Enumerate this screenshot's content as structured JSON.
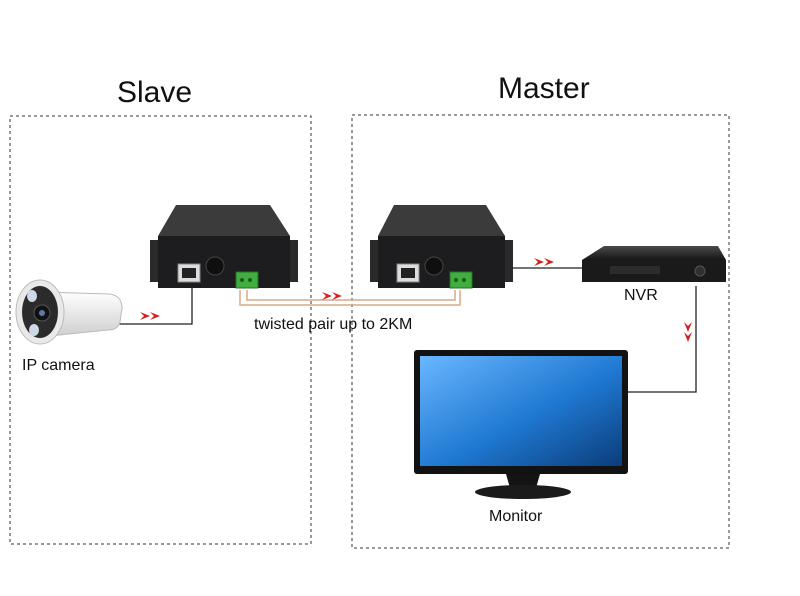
{
  "sections": {
    "slave": "Slave",
    "master": "Master"
  },
  "devices": {
    "ip_camera": "IP camera",
    "nvr": "NVR",
    "monitor": "Monitor"
  },
  "link_label": "twisted pair up to 2KM",
  "colors": {
    "arrow": "#d21f1f",
    "cable_dark": "#222222",
    "twisted_pair": "#d9a98a",
    "box_border": "#333333",
    "device_body": "#1d1d1f",
    "terminal_green": "#3fae3f",
    "screen_blue": "#1f78d1"
  },
  "icons": [
    "camera-icon",
    "converter-icon",
    "nvr-icon",
    "monitor-icon",
    "arrow-right-icon",
    "arrow-down-icon"
  ]
}
